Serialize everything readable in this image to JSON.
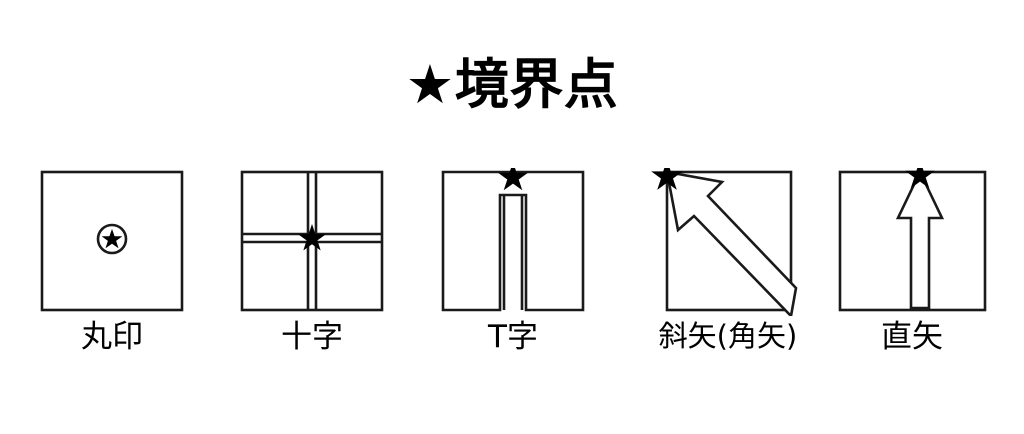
{
  "document": {
    "title": "★境界点",
    "title_star_glyph": "★",
    "background_color": "#ffffff",
    "line_color": "#1a1a1a"
  },
  "figures": [
    {
      "id": "maru-jirushi",
      "label": "丸印",
      "marker_icon": "circled-star-icon",
      "description": "正方形の中央に丸囲みの星印"
    },
    {
      "id": "juuji",
      "label": "十字",
      "marker_icon": "star-icon",
      "description": "二重線の十字の交点に星印"
    },
    {
      "id": "t-ji",
      "label": "T字",
      "marker_icon": "star-icon",
      "description": "T字形の上辺中央に星印"
    },
    {
      "id": "shaya-kakuya",
      "label": "斜矢(角矢)",
      "marker_icon": "star-icon",
      "description": "左上へ向かう斜めの矢印の先端に星印"
    },
    {
      "id": "chokuya",
      "label": "直矢",
      "marker_icon": "star-icon",
      "description": "上へ向かう直線の矢印の先端に星印"
    }
  ]
}
